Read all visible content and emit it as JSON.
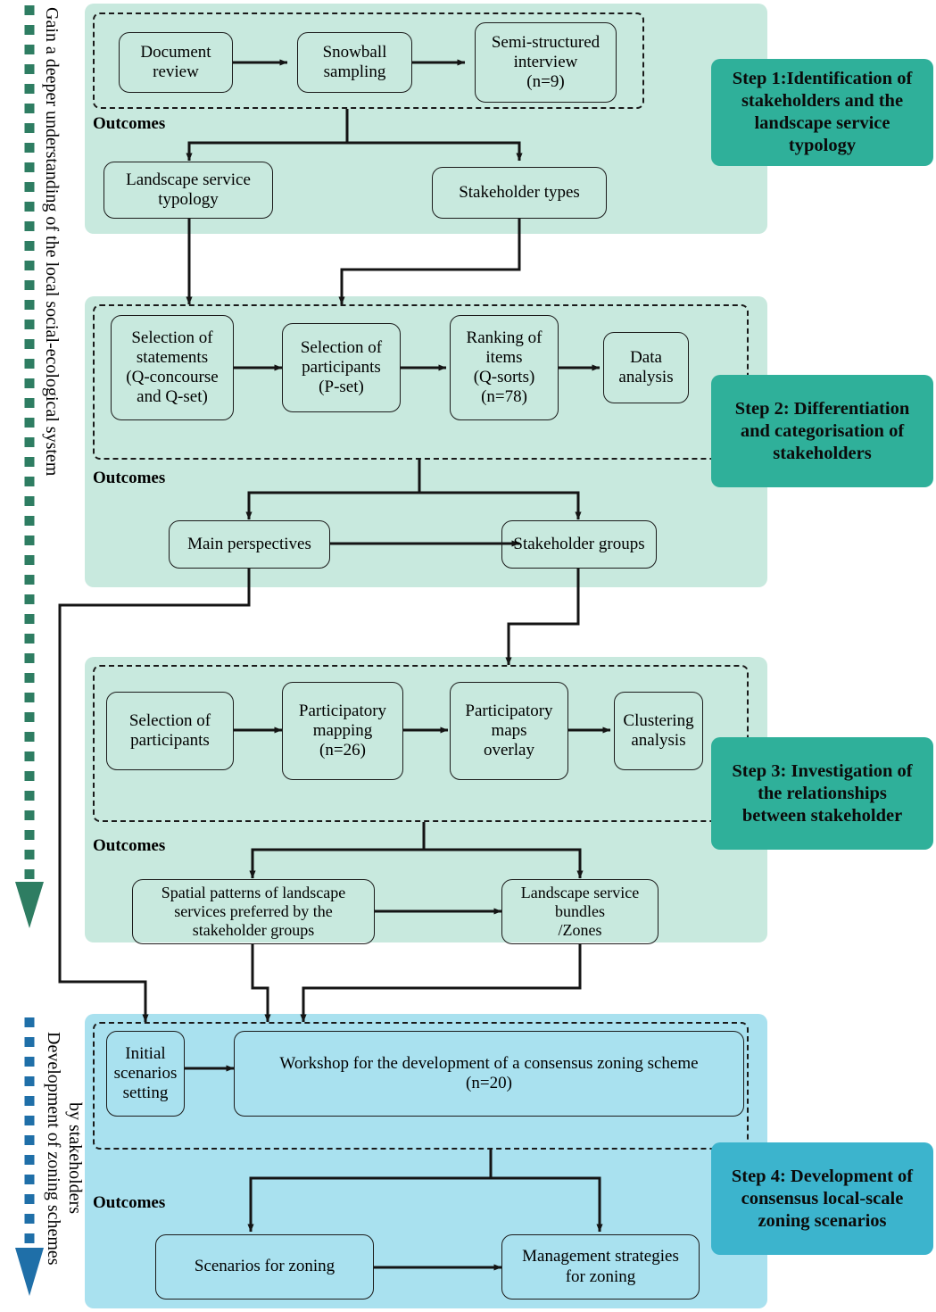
{
  "figure": {
    "type": "flowchart",
    "title": "Four-step participatory landscape zoning research framework",
    "colors": {
      "panel_green": "#c8e9de",
      "panel_blue": "#a9e1ef",
      "badge_green": "#2fb09a",
      "badge_blue": "#3cb4cd",
      "arrow_green": "#2e7d62",
      "arrow_blue": "#1f6fa8",
      "stroke": "#1b1b1b"
    }
  },
  "rails": [
    {
      "id": "rail-green",
      "label": "Gain a deeper understanding of the local social-ecological system",
      "color": "#2e7d62"
    },
    {
      "id": "rail-blue",
      "label_line1": "Development of zoning schemes",
      "label_line2": "by stakeholders",
      "color": "#1f6fa8"
    }
  ],
  "outcomes_label": "Outcomes",
  "steps": [
    {
      "id": "step1",
      "badge": "Step 1:Identification of\nstakeholders and the\nlandscape service\ntypology",
      "process": [
        {
          "id": "document-review",
          "label": "Document\nreview"
        },
        {
          "id": "snowball-sampling",
          "label": "Snowball\nsampling"
        },
        {
          "id": "semi-structured-interview",
          "label": "Semi-structured\ninterview\n(n=9)"
        }
      ],
      "outcomes": [
        {
          "id": "landscape-service-typology",
          "label": "Landscape service\ntypology"
        },
        {
          "id": "stakeholder-types",
          "label": "Stakeholder types"
        }
      ]
    },
    {
      "id": "step2",
      "badge": "Step 2: Differentiation\nand categorisation of\nstakeholders",
      "process": [
        {
          "id": "selection-of-statements",
          "label": "Selection of\nstatements\n(Q-concourse\nand Q-set)"
        },
        {
          "id": "selection-of-participants-p-set",
          "label": "Selection of\nparticipants\n(P-set)"
        },
        {
          "id": "ranking-of-items",
          "label": "Ranking of\nitems\n(Q-sorts)\n(n=78)"
        },
        {
          "id": "data-analysis",
          "label": "Data\nanalysis"
        }
      ],
      "outcomes": [
        {
          "id": "main-perspectives",
          "label": "Main perspectives"
        },
        {
          "id": "stakeholder-groups",
          "label": "Stakeholder groups"
        }
      ]
    },
    {
      "id": "step3",
      "badge": "Step 3: Investigation of\nthe relationships\nbetween stakeholder",
      "process": [
        {
          "id": "selection-of-participants",
          "label": "Selection of\nparticipants"
        },
        {
          "id": "participatory-mapping",
          "label": "Participatory\nmapping\n(n=26)"
        },
        {
          "id": "participatory-maps-overlay",
          "label": "Participatory\nmaps\noverlay"
        },
        {
          "id": "clustering-analysis",
          "label": "Clustering\nanalysis"
        }
      ],
      "outcomes": [
        {
          "id": "spatial-patterns",
          "label": "Spatial patterns of landscape\nservices preferred by the\nstakeholder groups"
        },
        {
          "id": "landscape-service-bundles",
          "label": "Landscape service\nbundles\n/Zones"
        }
      ]
    },
    {
      "id": "step4",
      "badge": "Step 4: Development of\nconsensus local-scale\nzoning scenarios",
      "process": [
        {
          "id": "initial-scenarios-setting",
          "label": "Initial\nscenarios\nsetting"
        },
        {
          "id": "workshop-consensus-zoning",
          "label": "Workshop for the development of a consensus zoning scheme\n(n=20)"
        }
      ],
      "outcomes": [
        {
          "id": "scenarios-for-zoning",
          "label": "Scenarios for zoning"
        },
        {
          "id": "management-strategies-for-zoning",
          "label": "Management strategies\nfor zoning"
        }
      ]
    }
  ]
}
